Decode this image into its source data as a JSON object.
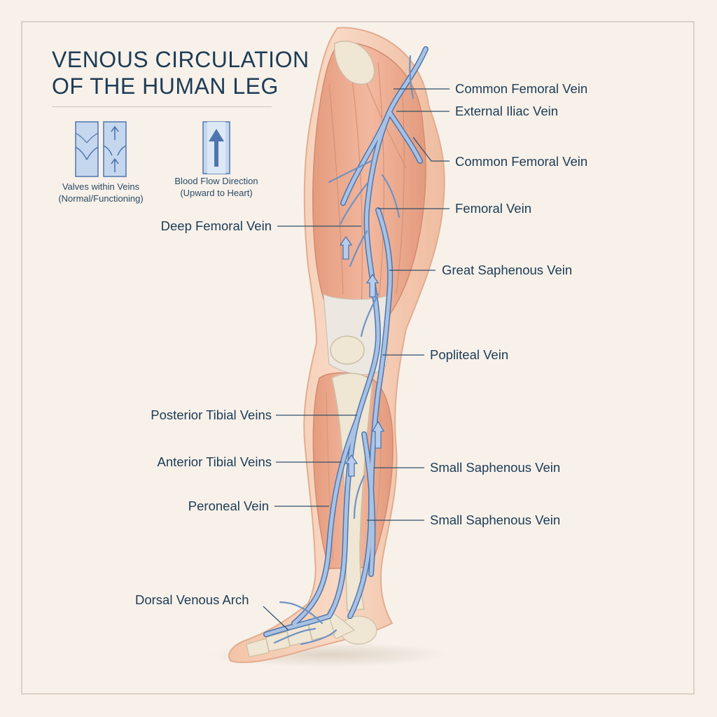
{
  "title": "VENOUS CIRCULATION\nOF THE HUMAN LEG",
  "legend": {
    "valves": {
      "caption": "Valves within Veins\n(Normal/Functioning)",
      "icon": "vein-valve-icon"
    },
    "flow": {
      "caption": "Blood Flow Direction\n(Upward to Heart)",
      "icon": "upward-arrow-icon"
    }
  },
  "labels": {
    "common_femoral_top": "Common Femoral Vein",
    "external_iliac": "External Iliac Vein",
    "common_femoral_mid": "Common Femoral Vein",
    "femoral": "Femoral Vein",
    "deep_femoral": "Deep Femoral Vein",
    "great_saphenous": "Great Saphenous Vein",
    "popliteal": "Popliteal Vein",
    "posterior_tibial": "Posterior Tibial Veins",
    "anterior_tibial": "Anterior Tibial Veins",
    "small_saphenous_1": "Small Saphenous Vein",
    "peroneal": "Peroneal Vein",
    "small_saphenous_2": "Small Saphenous Vein",
    "dorsal_arch": "Dorsal Venous Arch"
  },
  "colors": {
    "background": "#f7f1ea",
    "skin": "#f4cdb4",
    "muscle": "#eaa589",
    "bone": "#efe6d4",
    "vein": "#9cb7dd",
    "vein_outline": "#4e76ae",
    "text": "#1d3b55"
  }
}
